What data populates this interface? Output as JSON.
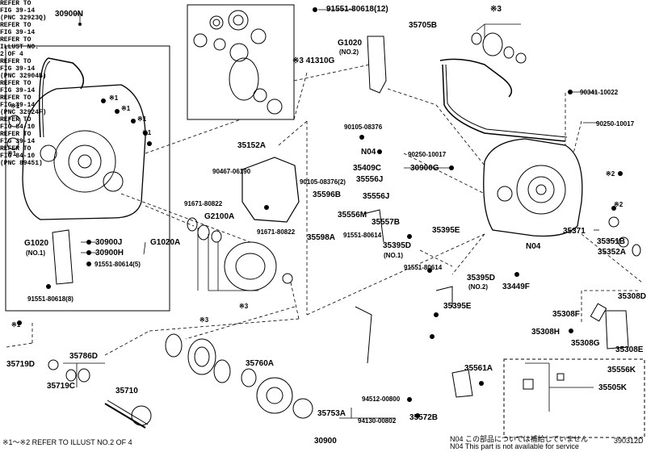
{
  "labels": {
    "l_30900N": "30900N",
    "l_91551_80618_12": "91551-80618(12)",
    "l_35705B": "35705B",
    "l_x3_top": "※3",
    "l_G1020_no2": "G1020",
    "l_no2_a": "(NO.2)",
    "l_41310G": "※3 41310G",
    "l_90341": "90341-10022",
    "l_90105": "90105-08376",
    "l_N04_a": "N04",
    "l_90250_a": "90250-10017",
    "l_90250_b": "90250-10017",
    "l_x1_a": "※1",
    "l_x1_b": "※1",
    "l_x1_c": "※1",
    "l_x1_d": "※1",
    "l_x1_e": "※1",
    "l_x1_f": "※1",
    "l_35152A": "35152A",
    "l_90467": "90467-06190",
    "l_35409C": "35409C",
    "l_30900G": "30900G",
    "l_90105b": "90105-08376(2)",
    "l_35556J": "35556J",
    "l_35596B": "35596B",
    "l_35556J2": "35556J",
    "l_x2_a": "※2",
    "l_91671_a": "91671-80822",
    "l_G2100A": "G2100A",
    "l_35556M": "35556M",
    "l_35557B": "35557B",
    "l_x2_b": "※2",
    "l_35598A": "35598A",
    "l_91671_b": "91671-80822",
    "l_91551_80614a": "91551-80614",
    "l_35395E": "35395E",
    "l_35371": "35371",
    "l_35351B": "35351B",
    "l_G1020_no1": "G1020",
    "l_no1_a": "(NO.1)",
    "l_30900J": "30900J",
    "l_G1020A": "G1020A",
    "l_30900H": "30900H",
    "l_91551_80614_5": "91551-80614(5)",
    "l_35395D": "35395D",
    "l_no1_b": "(NO.1)",
    "l_N04_b": "N04",
    "l_35352A": "35352A",
    "l_91551_80614b": "91551-80614",
    "l_35395D2": "35395D",
    "l_no2_b": "(NO.2)",
    "l_33449F": "33449F",
    "l_91551_80618_8": "91551-80618(8)",
    "l_x3_mid": "※3",
    "l_ref1": "REFER TO",
    "l_ref1b": "FIG 39-14",
    "l_ref1c": "(PNC 32923Q)",
    "l_35395E2": "35395E",
    "l_35308D": "35308D",
    "l_35308F": "35308F",
    "l_ref_illust1": "REFER TO",
    "l_ref_illust2": "ILLUST NO.",
    "l_ref_illust3": "2 OF 4",
    "l_x3_low": "※3",
    "l_ref2": "REFER TO",
    "l_ref2b": "FIG 39-14",
    "l_ref2c": "(PNC 32904B)",
    "l_ref3": "REFER TO",
    "l_ref3b": "FIG 39-14",
    "l_35308H": "35308H",
    "l_35308G": "35308G",
    "l_35308E": "35308E",
    "l_x1_g": "※1",
    "l_35719D": "35719D",
    "l_35786D": "35786D",
    "l_35760A": "35760A",
    "l_ref4": "REFER TO",
    "l_ref4b": "FIG 39-14",
    "l_ref5": "REFER TO",
    "l_ref5b": "FIG 39-14",
    "l_ref5c": "(PNC 32924F)",
    "l_ref6": "REFER TO",
    "l_ref6b": "FIG 84-10",
    "l_35561A": "35561A",
    "l_35556K": "35556K",
    "l_35719C": "35719C",
    "l_35505K": "35505K",
    "l_35710": "35710",
    "l_94512": "94512-00800",
    "l_ref7": "REFER TO",
    "l_ref7b": "FIG 84-10",
    "l_ref7c": "(PNC 89451)",
    "l_35753A": "35753A",
    "l_35572B": "35572B",
    "l_94130": "94130-00802",
    "l_30900": "30900"
  },
  "footer": {
    "left_note": "※1～※2 REFER TO ILLUST NO.2 OF 4",
    "n04_jp": "N04 この部品については補給していません",
    "n04_en": "N04  This part is not available for service",
    "code": "390312D"
  }
}
